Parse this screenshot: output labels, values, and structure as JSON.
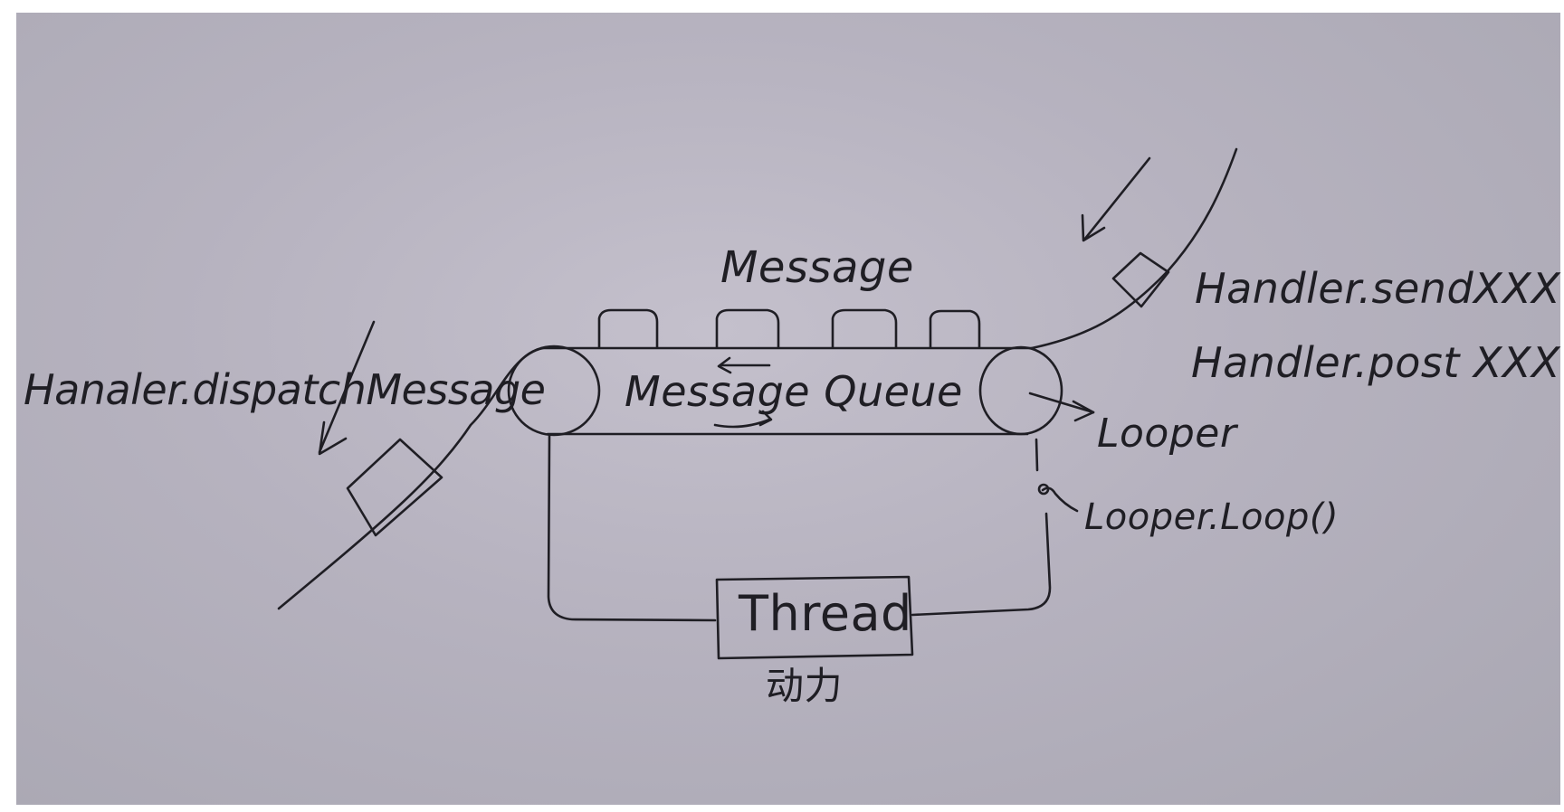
{
  "diagram": {
    "labels": {
      "message": "Message",
      "message_queue": "Message Queue",
      "dispatch": "Hanaler.dispatchMessage",
      "send": "Handler.sendXXX",
      "post": "Handler.post XXX",
      "looper": "Looper",
      "looper_loop": "Looper.Loop()",
      "thread": "Thread",
      "power": "动力"
    }
  }
}
